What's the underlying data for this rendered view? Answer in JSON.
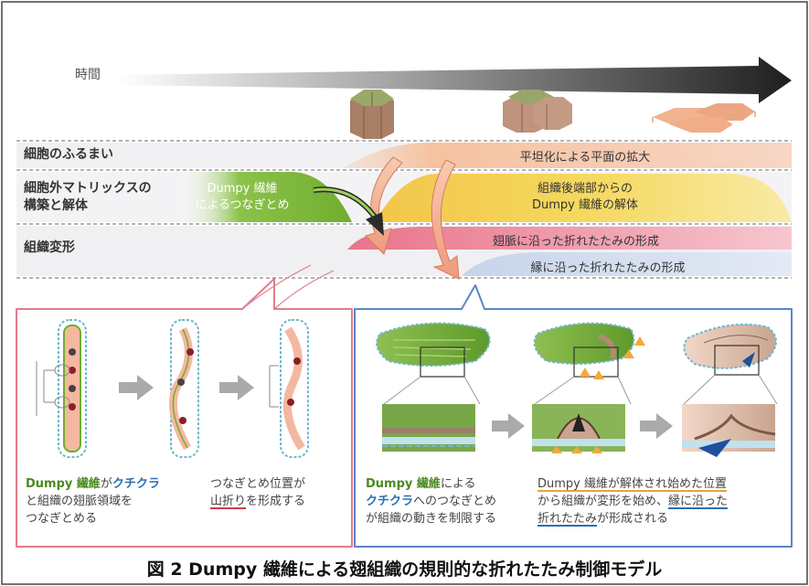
{
  "time_label": "時間",
  "rows": {
    "cell_behavior": "細胞のふるまい",
    "ecm_line1": "細胞外マトリックスの",
    "ecm_line2": "構築と解体",
    "deformation": "組織変形"
  },
  "bands": {
    "flattening": "平坦化による平面の拡大",
    "dumpy_tether_line1": "Dumpy 繊維",
    "dumpy_tether_line2": "によるつなぎとめ",
    "dumpy_disassembly_line1": "組織後端部からの",
    "dumpy_disassembly_line2": "Dumpy 繊維の解体",
    "vein_fold": "翅脈に沿った折れたたみの形成",
    "margin_fold": "縁に沿った折れたたみの形成"
  },
  "left_panel": {
    "caption1_dumpy": "Dumpy 繊維",
    "caption1_ga": "が",
    "caption1_cuticle": "クチクラ",
    "caption1_line2": "と組織の翅脈領域を",
    "caption1_line3": "つなぎとめる",
    "caption2_line1": "つなぎとめ位置が",
    "caption2_mountain": "山折り",
    "caption2_rest": "を形成する"
  },
  "right_panel": {
    "caption1_dumpy": "Dumpy 繊維",
    "caption1_niyoru": "による",
    "caption1_cuticle": "クチクラ",
    "caption1_line2rest": "へのつなぎとめ",
    "caption1_line3": "が組織の動きを制限する",
    "caption2_line1": "Dumpy 繊維が解体され始めた位置",
    "caption2_line2a": "から組織が変形を始め、",
    "caption2_margin": "縁に沿った",
    "caption2_fold": "折れたたみ",
    "caption2_line3rest": "が形成される"
  },
  "figure_title": "図 2 Dumpy 繊維による翅組織の規則的な折れたたみ制御モデル"
}
